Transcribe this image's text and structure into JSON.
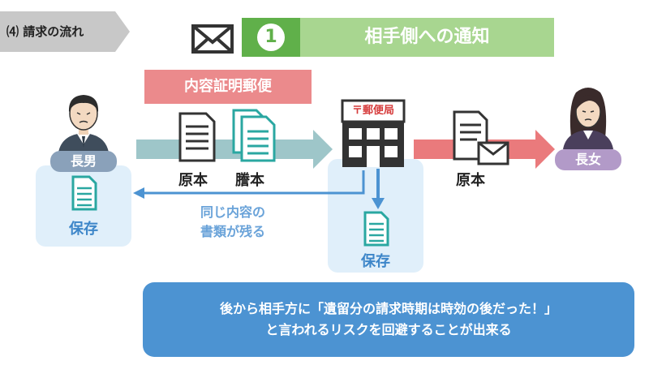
{
  "section": {
    "label": "⑷ 請求の流れ"
  },
  "step": {
    "number": "1",
    "title": "相手側への通知"
  },
  "delivery_method": "内容証明郵便",
  "people": {
    "sender": "長男",
    "receiver": "長女"
  },
  "documents": {
    "original": "原本",
    "copy": "謄本"
  },
  "post_office": {
    "sign": "〒郵便局"
  },
  "keep": {
    "sender_label": "保存",
    "post_office_label": "保存"
  },
  "same_content_note": [
    "同じ内容の",
    "書類が残る"
  ],
  "benefit": [
    "後から相手方に「遺留分の請求時期は時効の後だった！」",
    "と言われるリスクを回避することが出来る"
  ],
  "colors": {
    "step_green": "#60b04a",
    "step_green_light": "#a8d690",
    "certified_red": "#eb8a8c",
    "keep_blue": "#3d86c9",
    "sender_tag": "#8aa1ba",
    "receiver_tag": "#b29ac8",
    "flow_teal": "#9ec6c9",
    "flow_red": "#ea7a7c",
    "return_blue": "#4c93d2"
  },
  "icons": [
    "envelope-icon",
    "man-avatar-icon",
    "woman-avatar-icon",
    "document-icon",
    "copy-documents-icon",
    "post-office-building-icon",
    "document-with-envelope-icon"
  ]
}
